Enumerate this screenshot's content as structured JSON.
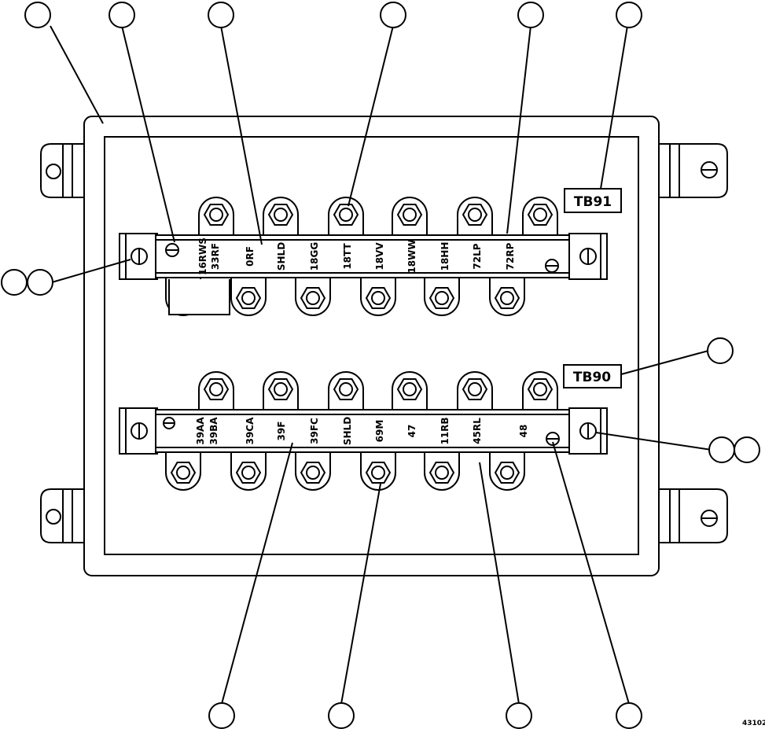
{
  "tags": {
    "tb91": "TB91",
    "tb90": "TB90"
  },
  "tb91_terminals": [
    "16RWS",
    "33RF",
    "0RF",
    "SHLD",
    "18GG",
    "18TT",
    "18VV",
    "18WW",
    "18HH",
    "72LP",
    "72RP"
  ],
  "tb90_terminals": [
    "39AA",
    "39BA",
    "39CA",
    "39F",
    "39FC",
    "SHLD",
    "69M",
    "47",
    "11RB",
    "45RL",
    "48"
  ],
  "figure_number": "43102"
}
